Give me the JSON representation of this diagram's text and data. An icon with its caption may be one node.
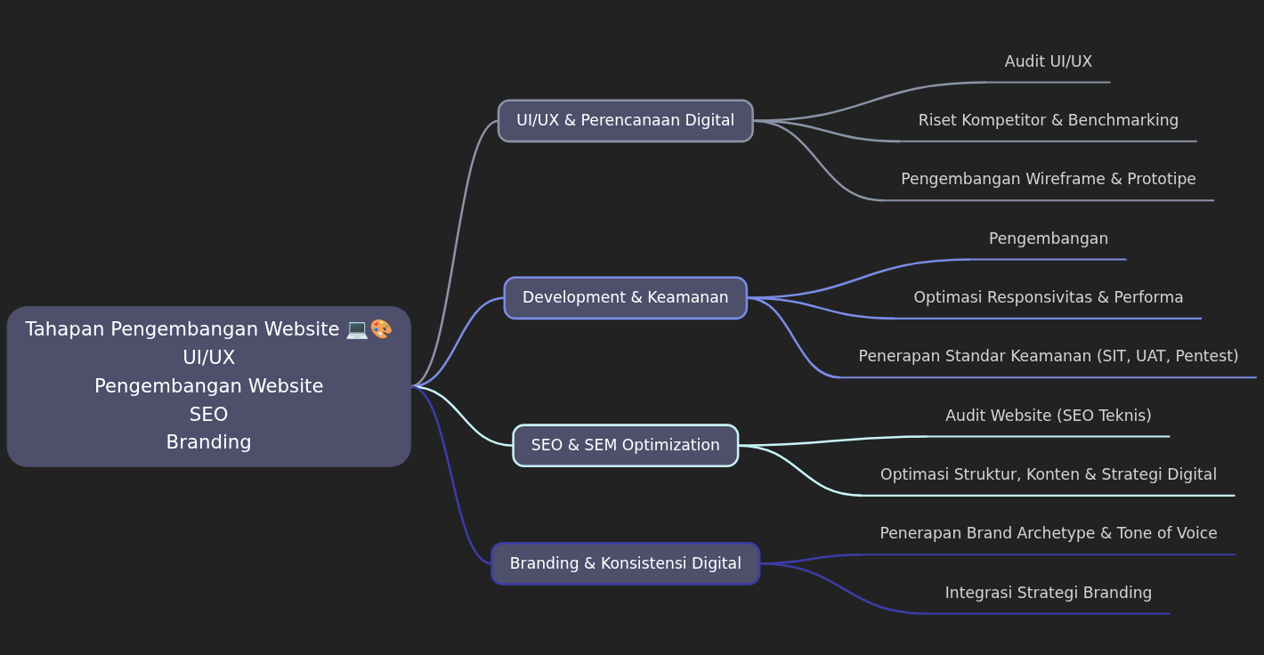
{
  "diagram": {
    "nodes": [
      {
        "text": [
          "Tahapan Pengembangan Website 💻🎨",
          "UI/UX",
          "Pengembangan Website",
          "SEO",
          "Branding"
        ]
      },
      {
        "text": [
          "UI/UX & Perencanaan Digital"
        ]
      },
      {
        "text": [
          "Audit UI/UX"
        ]
      },
      {
        "text": [
          "Riset Kompetitor & Benchmarking"
        ]
      },
      {
        "text": [
          "Pengembangan Wireframe & Prototipe"
        ]
      },
      {
        "text": [
          "Development & Keamanan"
        ]
      },
      {
        "text": [
          "Pengembangan"
        ]
      },
      {
        "text": [
          "Optimasi Responsivitas & Performa"
        ]
      },
      {
        "text": [
          "Penerapan Standar Keamanan (SIT, UAT, Pentest)"
        ]
      },
      {
        "text": [
          "SEO & SEM Optimization"
        ]
      },
      {
        "text": [
          "Audit Website (SEO Teknis)"
        ]
      },
      {
        "text": [
          "Optimasi Struktur, Konten & Strategi Digital"
        ]
      },
      {
        "text": [
          "Branding & Konsistensi Digital"
        ]
      },
      {
        "text": [
          "Penerapan Brand Archetype & Tone of Voice"
        ]
      },
      {
        "text": [
          "Integrasi Strategi Branding"
        ]
      }
    ],
    "edges": [
      {
        "from": 0,
        "to": 1,
        "arrow": "none",
        "color": "#8a94a6"
      },
      {
        "from": 1,
        "to": 2,
        "arrow": "none",
        "color": "#8a94a6"
      },
      {
        "from": 1,
        "to": 3,
        "arrow": "none",
        "color": "#8a94a6"
      },
      {
        "from": 1,
        "to": 4,
        "arrow": "none",
        "color": "#8a94a6"
      },
      {
        "from": 0,
        "to": 5,
        "arrow": "none",
        "color": "#7b8ce6"
      },
      {
        "from": 5,
        "to": 6,
        "arrow": "none",
        "color": "#7b8ce6"
      },
      {
        "from": 5,
        "to": 7,
        "arrow": "none",
        "color": "#7b8ce6"
      },
      {
        "from": 5,
        "to": 8,
        "arrow": "none",
        "color": "#7b8ce6"
      },
      {
        "from": 0,
        "to": 9,
        "arrow": "none",
        "color": "#c8f4f8"
      },
      {
        "from": 9,
        "to": 10,
        "arrow": "none",
        "color": "#c8f4f8"
      },
      {
        "from": 9,
        "to": 11,
        "arrow": "none",
        "color": "#c8f4f8"
      },
      {
        "from": 0,
        "to": 12,
        "arrow": "none",
        "color": "#3c3ca8"
      },
      {
        "from": 12,
        "to": 13,
        "arrow": "none",
        "color": "#3c3ca8"
      },
      {
        "from": 12,
        "to": 14,
        "arrow": "none",
        "color": "#3c3ca8"
      }
    ]
  }
}
